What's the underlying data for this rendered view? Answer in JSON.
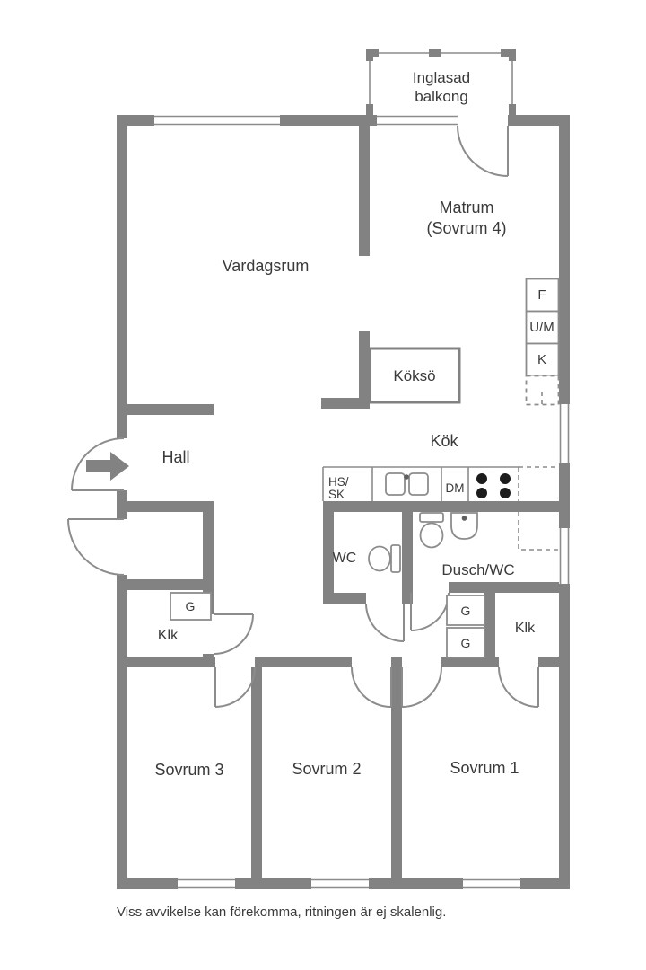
{
  "plan": {
    "colors": {
      "wall": "#828282",
      "line": "#8c8c8c",
      "text": "#3a3a3a",
      "burner": "#1c1c1c",
      "background": "#ffffff"
    },
    "rooms": {
      "balcony_line1": "Inglasad",
      "balcony_line2": "balkong",
      "dining": "Matrum",
      "dining_alt": "(Sovrum 4)",
      "living": "Vardagsrum",
      "kitchen": "Kök",
      "kitchen_island": "Köksö",
      "hall": "Hall",
      "wc": "WC",
      "shower_wc": "Dusch/WC",
      "closet_left": "Klk",
      "closet_right": "Klk",
      "bedroom1": "Sovrum 1",
      "bedroom2": "Sovrum 2",
      "bedroom3": "Sovrum 3"
    },
    "appliances": {
      "f": "F",
      "um": "U/M",
      "k": "K",
      "hs_line1": "HS/",
      "hs_line2": "SK",
      "dm": "DM",
      "g_left": "G",
      "g_right_top": "G",
      "g_right_bottom": "G"
    },
    "footer": {
      "disclaimer": "Viss avvikelse kan förekomma, ritningen är ej skalenlig."
    }
  }
}
